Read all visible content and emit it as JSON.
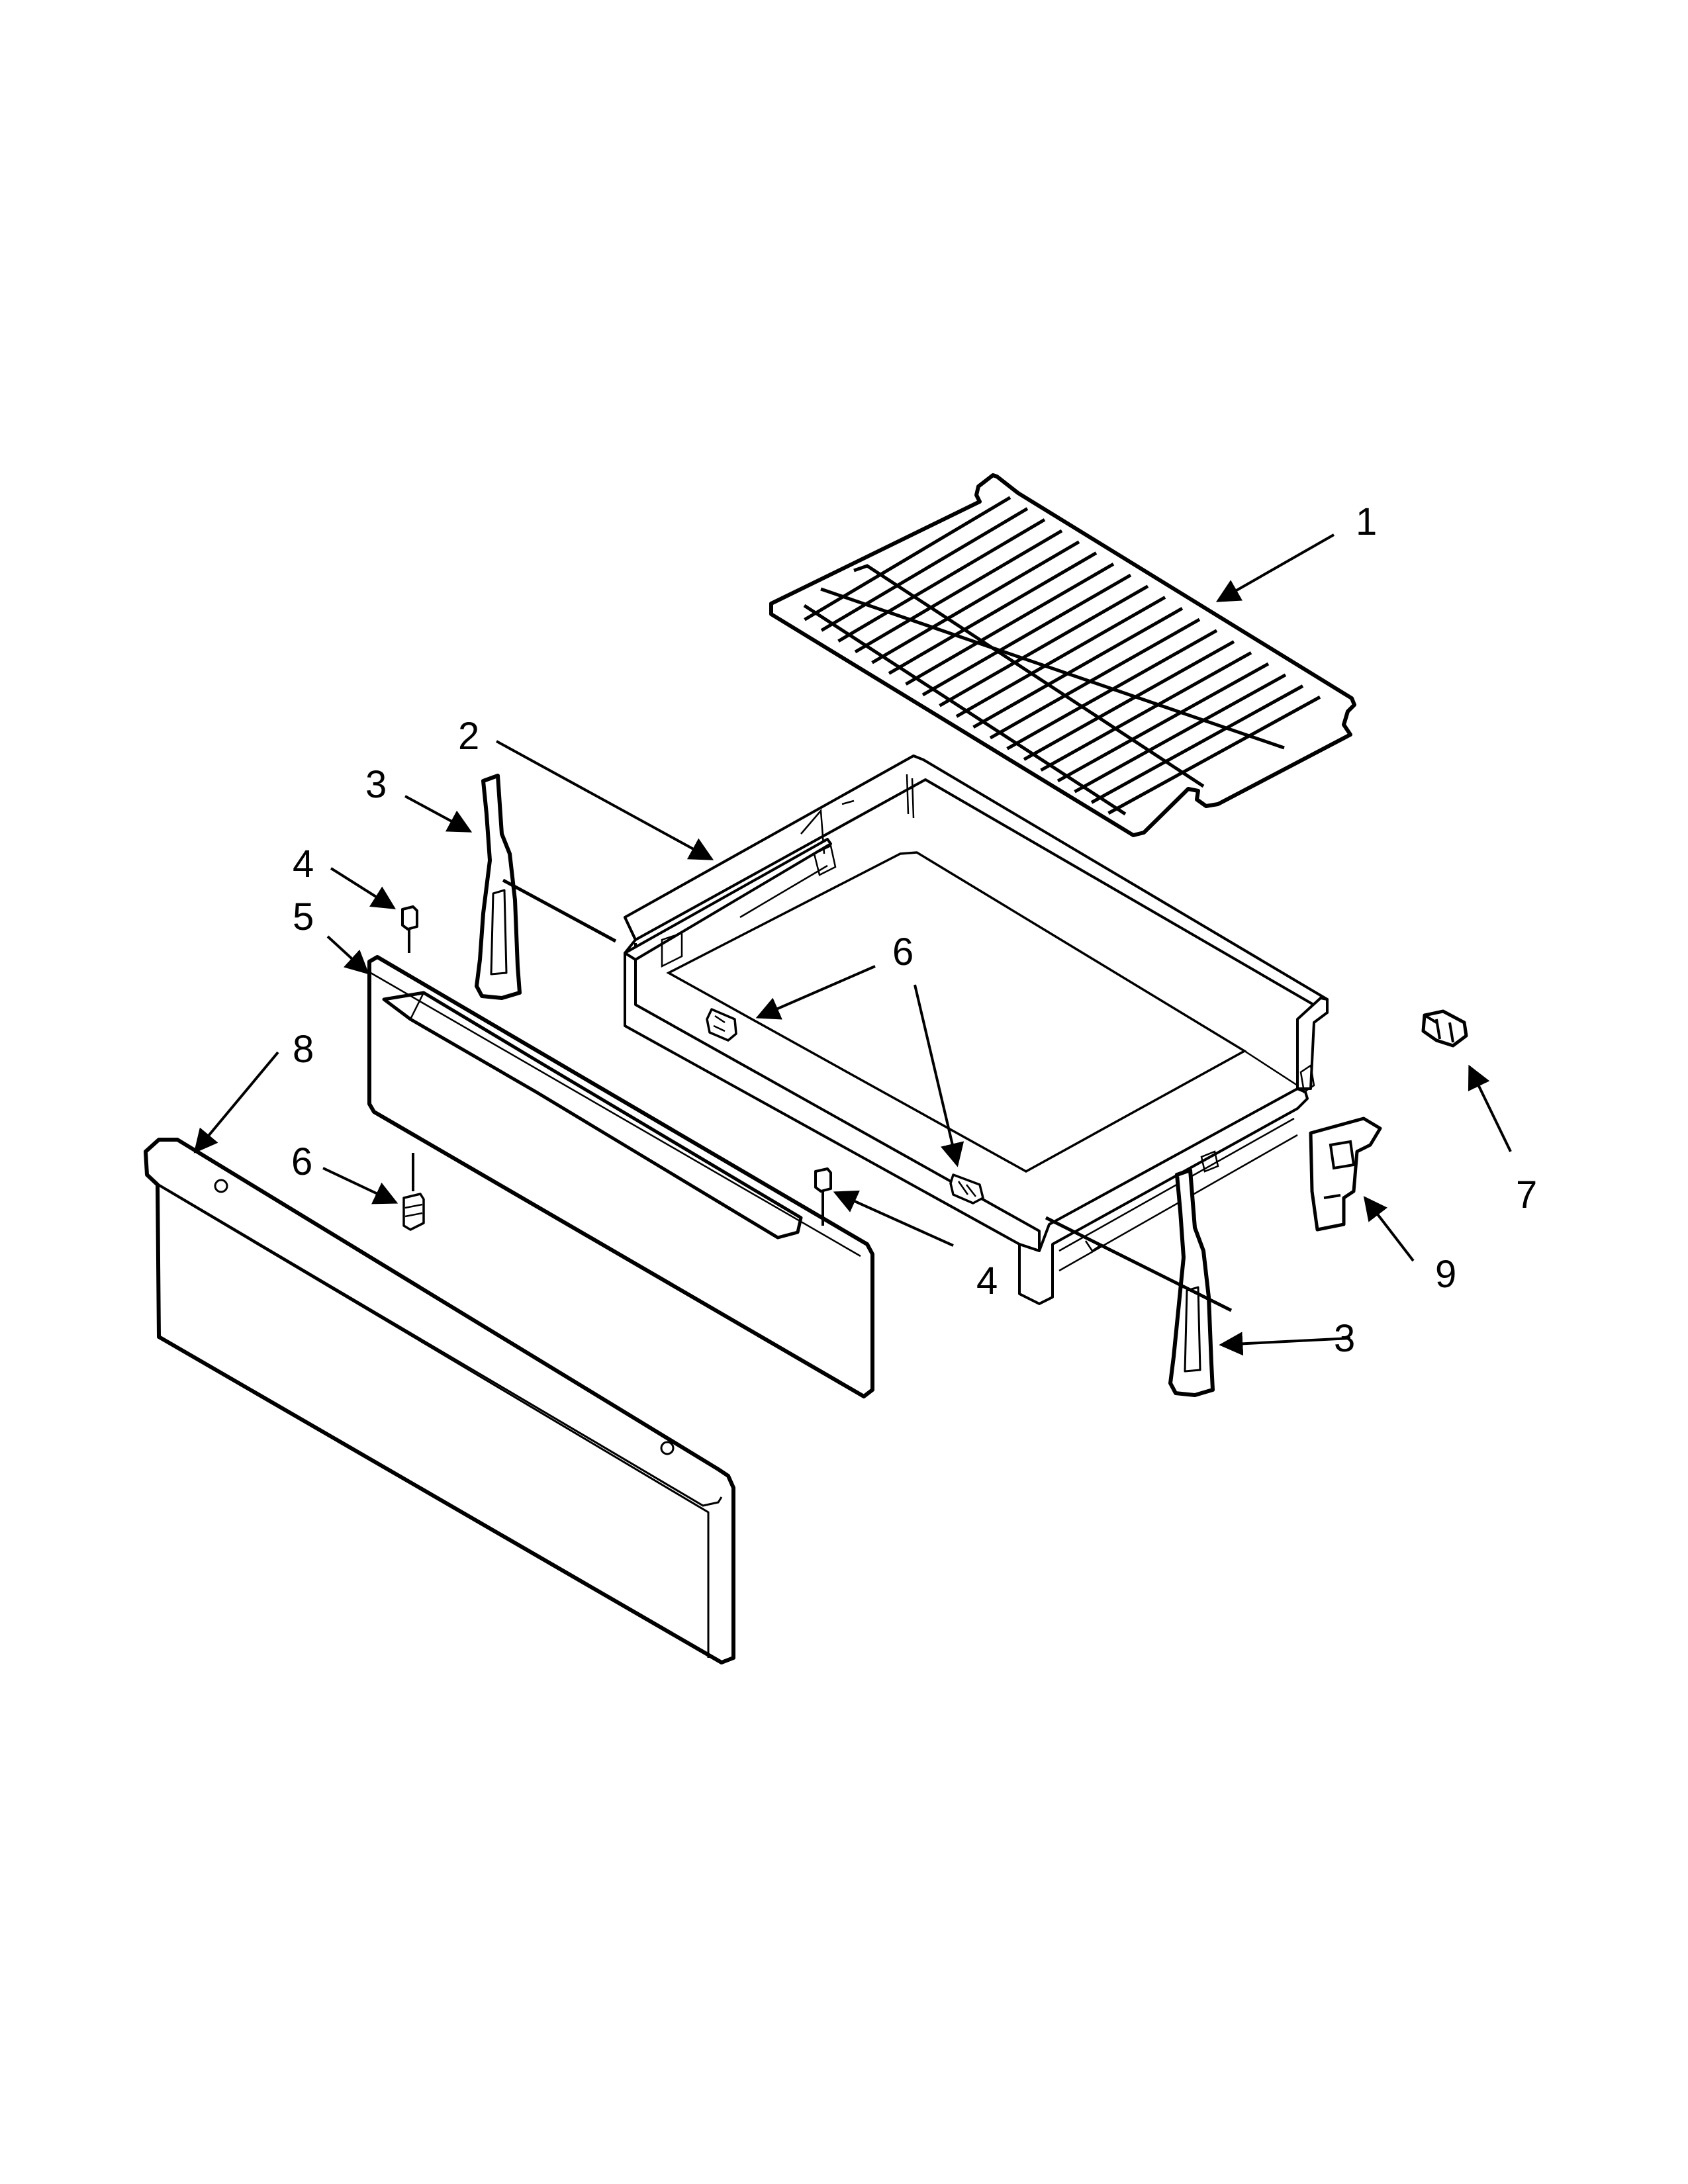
{
  "diagram": {
    "callouts": [
      {
        "id": "c1",
        "label": "1"
      },
      {
        "id": "c2",
        "label": "2"
      },
      {
        "id": "c3a",
        "label": "3"
      },
      {
        "id": "c3b",
        "label": "3"
      },
      {
        "id": "c4a",
        "label": "4"
      },
      {
        "id": "c4b",
        "label": "4"
      },
      {
        "id": "c5",
        "label": "5"
      },
      {
        "id": "c6a",
        "label": "6"
      },
      {
        "id": "c6b",
        "label": "6"
      },
      {
        "id": "c7",
        "label": "7"
      },
      {
        "id": "c8",
        "label": "8"
      },
      {
        "id": "c9",
        "label": "9"
      }
    ]
  }
}
